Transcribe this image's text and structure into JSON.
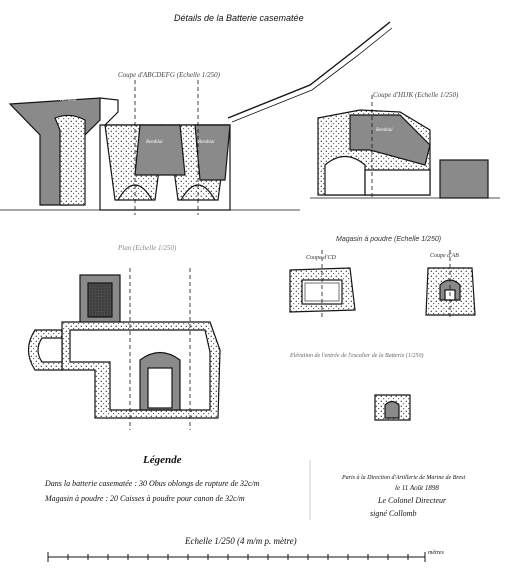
{
  "title": "Détails de la Batterie casematée",
  "sections": {
    "coupe_abcdef": "Coupe d'ABCDEFG (Echelle 1/250)",
    "coupe_hij": "Coupe d'HIJK (Echelle 1/250)",
    "plan": "Plan (Echelle 1/250)",
    "magasin": "Magasin à poudre (Echelle 1/250)",
    "coupe_cd": "Coupe d'CD",
    "coupe_ab": "Coupe d'AB",
    "elevation": "Elévation de l'entrée de l'escalier de la Batterie (1/250)"
  },
  "labels": {
    "remblai": "Remblai"
  },
  "legend": {
    "heading": "Légende",
    "line1": "Dans la batterie casematée : 30 Obus oblongs de rupture de 32c/m",
    "line2": "Magasin à poudre : 20 Caisses à poudre pour canon de 32c/m"
  },
  "signature": {
    "line1": "Paris à la Direction d'Artillerie de Marine de Brest",
    "line2": "le 11 Août 1898",
    "line3": "Le Colonel Directeur",
    "line4": "signé   Collomb"
  },
  "scale": {
    "label": "Echelle 1/250 (4 m/m p. mètre)",
    "unit": "mètres"
  },
  "colors": {
    "ink": "#151515",
    "hatch": "#555555",
    "fill": "#8a8a8a",
    "paper": "#ffffff"
  }
}
